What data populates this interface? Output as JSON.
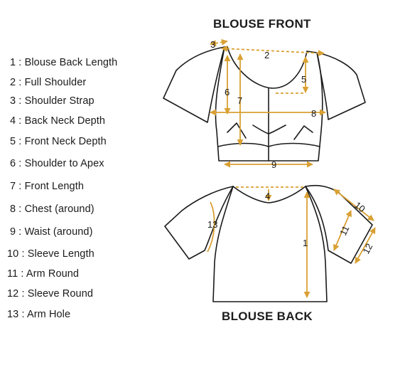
{
  "titles": {
    "front": "BLOUSE FRONT",
    "back": "BLOUSE BACK"
  },
  "legend": [
    {
      "num": "1",
      "label": "Blouse Back Length"
    },
    {
      "num": "2",
      "label": "Full Shoulder"
    },
    {
      "num": "3",
      "label": "Shoulder Strap"
    },
    {
      "num": "4",
      "label": "Back Neck Depth"
    },
    {
      "num": "5",
      "label": "Front Neck Depth"
    },
    {
      "num": "6",
      "label": "Shoulder to Apex"
    },
    {
      "num": "7",
      "label": "Front Length"
    },
    {
      "num": "8",
      "label": "Chest (around)"
    },
    {
      "num": "9",
      "label": "Waist (around)"
    },
    {
      "num": "10",
      "label": "Sleeve Length"
    },
    {
      "num": "11",
      "label": "Arm Round"
    },
    {
      "num": "12",
      "label": "Sleeve Round"
    },
    {
      "num": "13",
      "label": "Arm Hole"
    }
  ],
  "markers": {
    "m1": "1",
    "m2": "2",
    "m3": "3",
    "m4": "4",
    "m5": "5",
    "m6": "6",
    "m7": "7",
    "m8": "8",
    "m9": "9",
    "m10": "10",
    "m11": "11",
    "m12": "12",
    "m13": "13"
  },
  "colors": {
    "outline": "#1a1a1a",
    "measure": "#d9a032",
    "text": "#1a1a1a"
  }
}
